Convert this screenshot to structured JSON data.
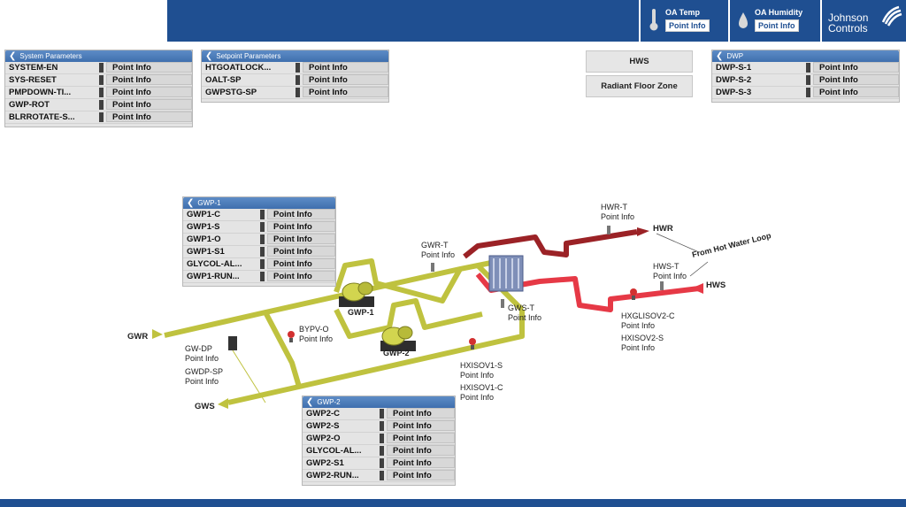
{
  "header": {
    "oa_temp": {
      "label": "OA Temp",
      "value": "Point Info",
      "icon": "thermometer-icon"
    },
    "oa_humidity": {
      "label": "OA Humidity",
      "value": "Point Info",
      "icon": "droplet-icon"
    },
    "brand": {
      "line1": "Johnson",
      "line2": "Controls",
      "icon": "jci-logo-icon"
    },
    "color": "#1f4f91"
  },
  "system_parameters": {
    "title": "System Parameters",
    "rows": [
      {
        "name": "SYSTEM-EN",
        "value": "Point Info"
      },
      {
        "name": "SYS-RESET",
        "value": "Point Info"
      },
      {
        "name": "PMPDOWN-TI...",
        "value": "Point Info"
      },
      {
        "name": "GWP-ROT",
        "value": "Point Info"
      },
      {
        "name": "BLRROTATE-S...",
        "value": "Point Info"
      }
    ]
  },
  "setpoint_parameters": {
    "title": "Setpoint Parameters",
    "rows": [
      {
        "name": "HTGOATLOCK...",
        "value": "Point Info"
      },
      {
        "name": "OALT-SP",
        "value": "Point Info"
      },
      {
        "name": "GWPSTG-SP",
        "value": "Point Info"
      }
    ]
  },
  "nav_buttons": {
    "hws": "HWS",
    "radiant": "Radiant Floor Zone"
  },
  "dwp": {
    "title": "DWP",
    "rows": [
      {
        "name": "DWP-S-1",
        "value": "Point Info"
      },
      {
        "name": "DWP-S-2",
        "value": "Point Info"
      },
      {
        "name": "DWP-S-3",
        "value": "Point Info"
      }
    ]
  },
  "gwp1": {
    "title": "GWP-1",
    "rows": [
      {
        "name": "GWP1-C",
        "value": "Point Info"
      },
      {
        "name": "GWP1-S",
        "value": "Point Info"
      },
      {
        "name": "GWP1-O",
        "value": "Point Info"
      },
      {
        "name": "GWP1-S1",
        "value": "Point Info"
      },
      {
        "name": "GLYCOL-AL...",
        "value": "Point Info"
      },
      {
        "name": "GWP1-RUN...",
        "value": "Point Info"
      }
    ]
  },
  "gwp2": {
    "title": "GWP-2",
    "rows": [
      {
        "name": "GWP2-C",
        "value": "Point Info"
      },
      {
        "name": "GWP2-S",
        "value": "Point Info"
      },
      {
        "name": "GWP2-O",
        "value": "Point Info"
      },
      {
        "name": "GLYCOL-AL...",
        "value": "Point Info"
      },
      {
        "name": "GWP2-S1",
        "value": "Point Info"
      },
      {
        "name": "GWP2-RUN...",
        "value": "Point Info"
      }
    ]
  },
  "diagram": {
    "hwr_t": {
      "name": "HWR-T",
      "value": "Point Info"
    },
    "hwr": "HWR",
    "from_loop": "From Hot Water Loop",
    "hws_t": {
      "name": "HWS-T",
      "value": "Point Info"
    },
    "hws": "HWS",
    "gwr_t": {
      "name": "GWR-T",
      "value": "Point Info"
    },
    "gws_t": {
      "name": "GWS-T",
      "value": "Point Info"
    },
    "gwp_1": "GWP-1",
    "gwp_2": "GWP-2",
    "bypv_o": {
      "name": "BYPV-O",
      "value": "Point Info"
    },
    "gwr": "GWR",
    "gws": "GWS",
    "gw_dp": {
      "name": "GW-DP",
      "value": "Point Info"
    },
    "gwdp_sp": {
      "name": "GWDP-SP",
      "value": "Point Info"
    },
    "hxisov1_s": {
      "name": "HXISOV1-S",
      "value": "Point Info"
    },
    "hxisov1_c": {
      "name": "HXISOV1-C",
      "value": "Point Info"
    },
    "hxglisov2_c": {
      "name": "HXGLISOV2-C",
      "value": "Point Info"
    },
    "hxisov2_s": {
      "name": "HXISOV2-S",
      "value": "Point Info"
    },
    "colors": {
      "glycol": "#bfc23f",
      "hot_return": "#9b2226",
      "hot_supply": "#e63946"
    }
  }
}
